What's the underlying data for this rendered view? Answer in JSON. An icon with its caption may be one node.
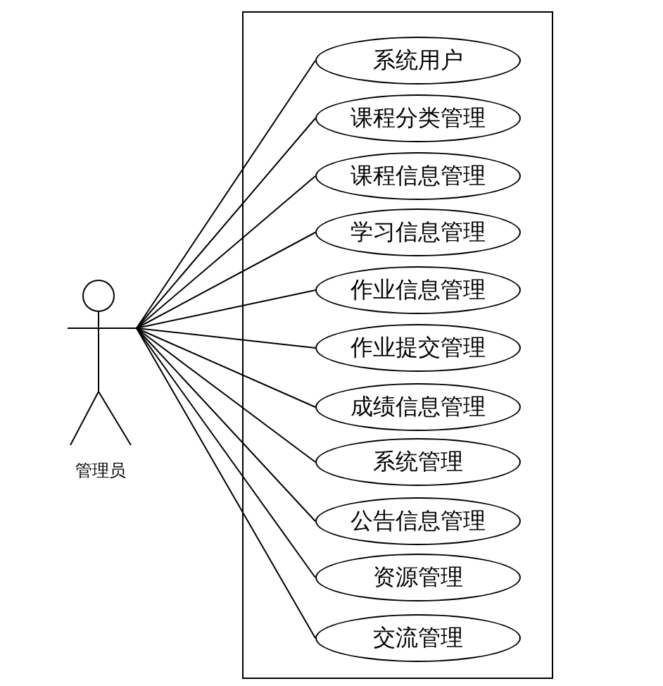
{
  "diagram": {
    "nodes": [
      {
        "text": [],
        "shape": "box"
      },
      {
        "text": [
          "系统用户"
        ],
        "in": 0
      },
      {
        "text": [
          "课程分类管理"
        ],
        "in": 0
      },
      {
        "text": [
          "课程信息管理"
        ],
        "in": 0
      },
      {
        "text": [
          "学习信息管理"
        ],
        "in": 0
      },
      {
        "text": [
          "作业信息管理"
        ],
        "in": 0
      },
      {
        "text": [
          "作业提交管理"
        ],
        "in": 0
      },
      {
        "text": [
          "成绩信息管理"
        ],
        "in": 0
      },
      {
        "text": [
          "系统管理"
        ],
        "in": 0
      },
      {
        "text": [
          "公告信息管理"
        ],
        "in": 0
      },
      {
        "text": [
          "资源管理"
        ],
        "in": 0
      },
      {
        "text": [
          "交流管理"
        ],
        "in": 0
      },
      {
        "text": [
          "管理员"
        ]
      }
    ],
    "edges": [
      {
        "from": 12,
        "to": 1,
        "arrow": "none"
      },
      {
        "from": 12,
        "to": 2,
        "arrow": "none"
      },
      {
        "from": 12,
        "to": 3,
        "arrow": "none"
      },
      {
        "from": 12,
        "to": 4,
        "arrow": "none"
      },
      {
        "from": 12,
        "to": 5,
        "arrow": "none"
      },
      {
        "from": 12,
        "to": 6,
        "arrow": "none"
      },
      {
        "from": 12,
        "to": 7,
        "arrow": "none"
      },
      {
        "from": 12,
        "to": 8,
        "arrow": "none"
      },
      {
        "from": 12,
        "to": 9,
        "arrow": "none"
      },
      {
        "from": 12,
        "to": 10,
        "arrow": "none"
      },
      {
        "from": 12,
        "to": 11,
        "arrow": "none"
      }
    ]
  }
}
